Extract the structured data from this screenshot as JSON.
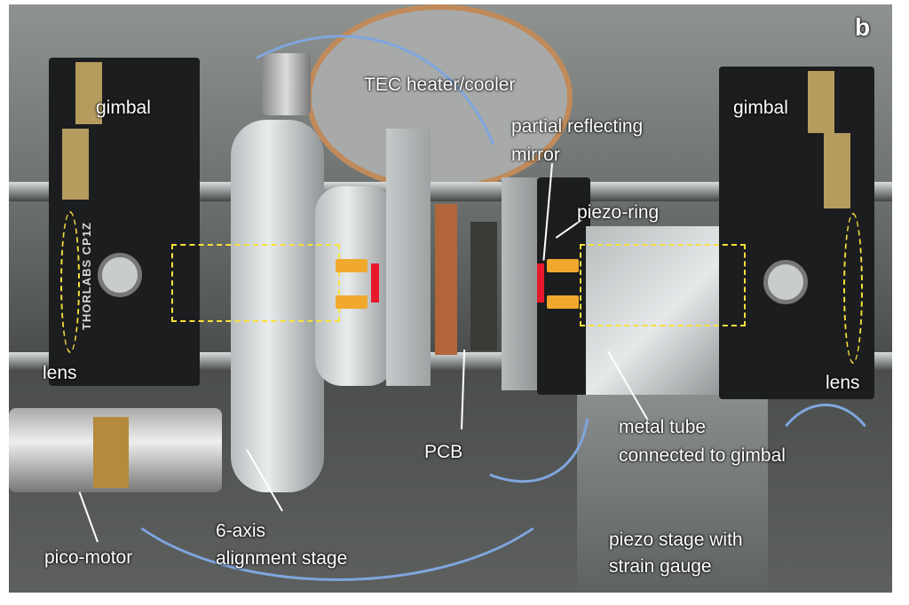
{
  "panel_label": "b",
  "labels": {
    "gimbal_left": "gimbal",
    "gimbal_right": "gimbal",
    "tec": "TEC heater/cooler",
    "mirror_line1": "partial reflecting",
    "mirror_line2": "mirror",
    "piezo_ring": "piezo-ring",
    "lens_left": "lens",
    "lens_right": "lens",
    "pcb": "PCB",
    "metal_tube_line1": "metal tube",
    "metal_tube_line2": "connected to gimbal",
    "pico_motor": "pico-motor",
    "stage_line1": "6-axis",
    "stage_line2": "alignment stage",
    "piezo_stage_line1": "piezo stage with",
    "piezo_stage_line2": "strain gauge"
  },
  "mount_brand": "THORLABS CP1Z",
  "colors": {
    "highlight": "#f5e23a",
    "piezo": "#f0a92c",
    "mirror": "#e8192c"
  }
}
